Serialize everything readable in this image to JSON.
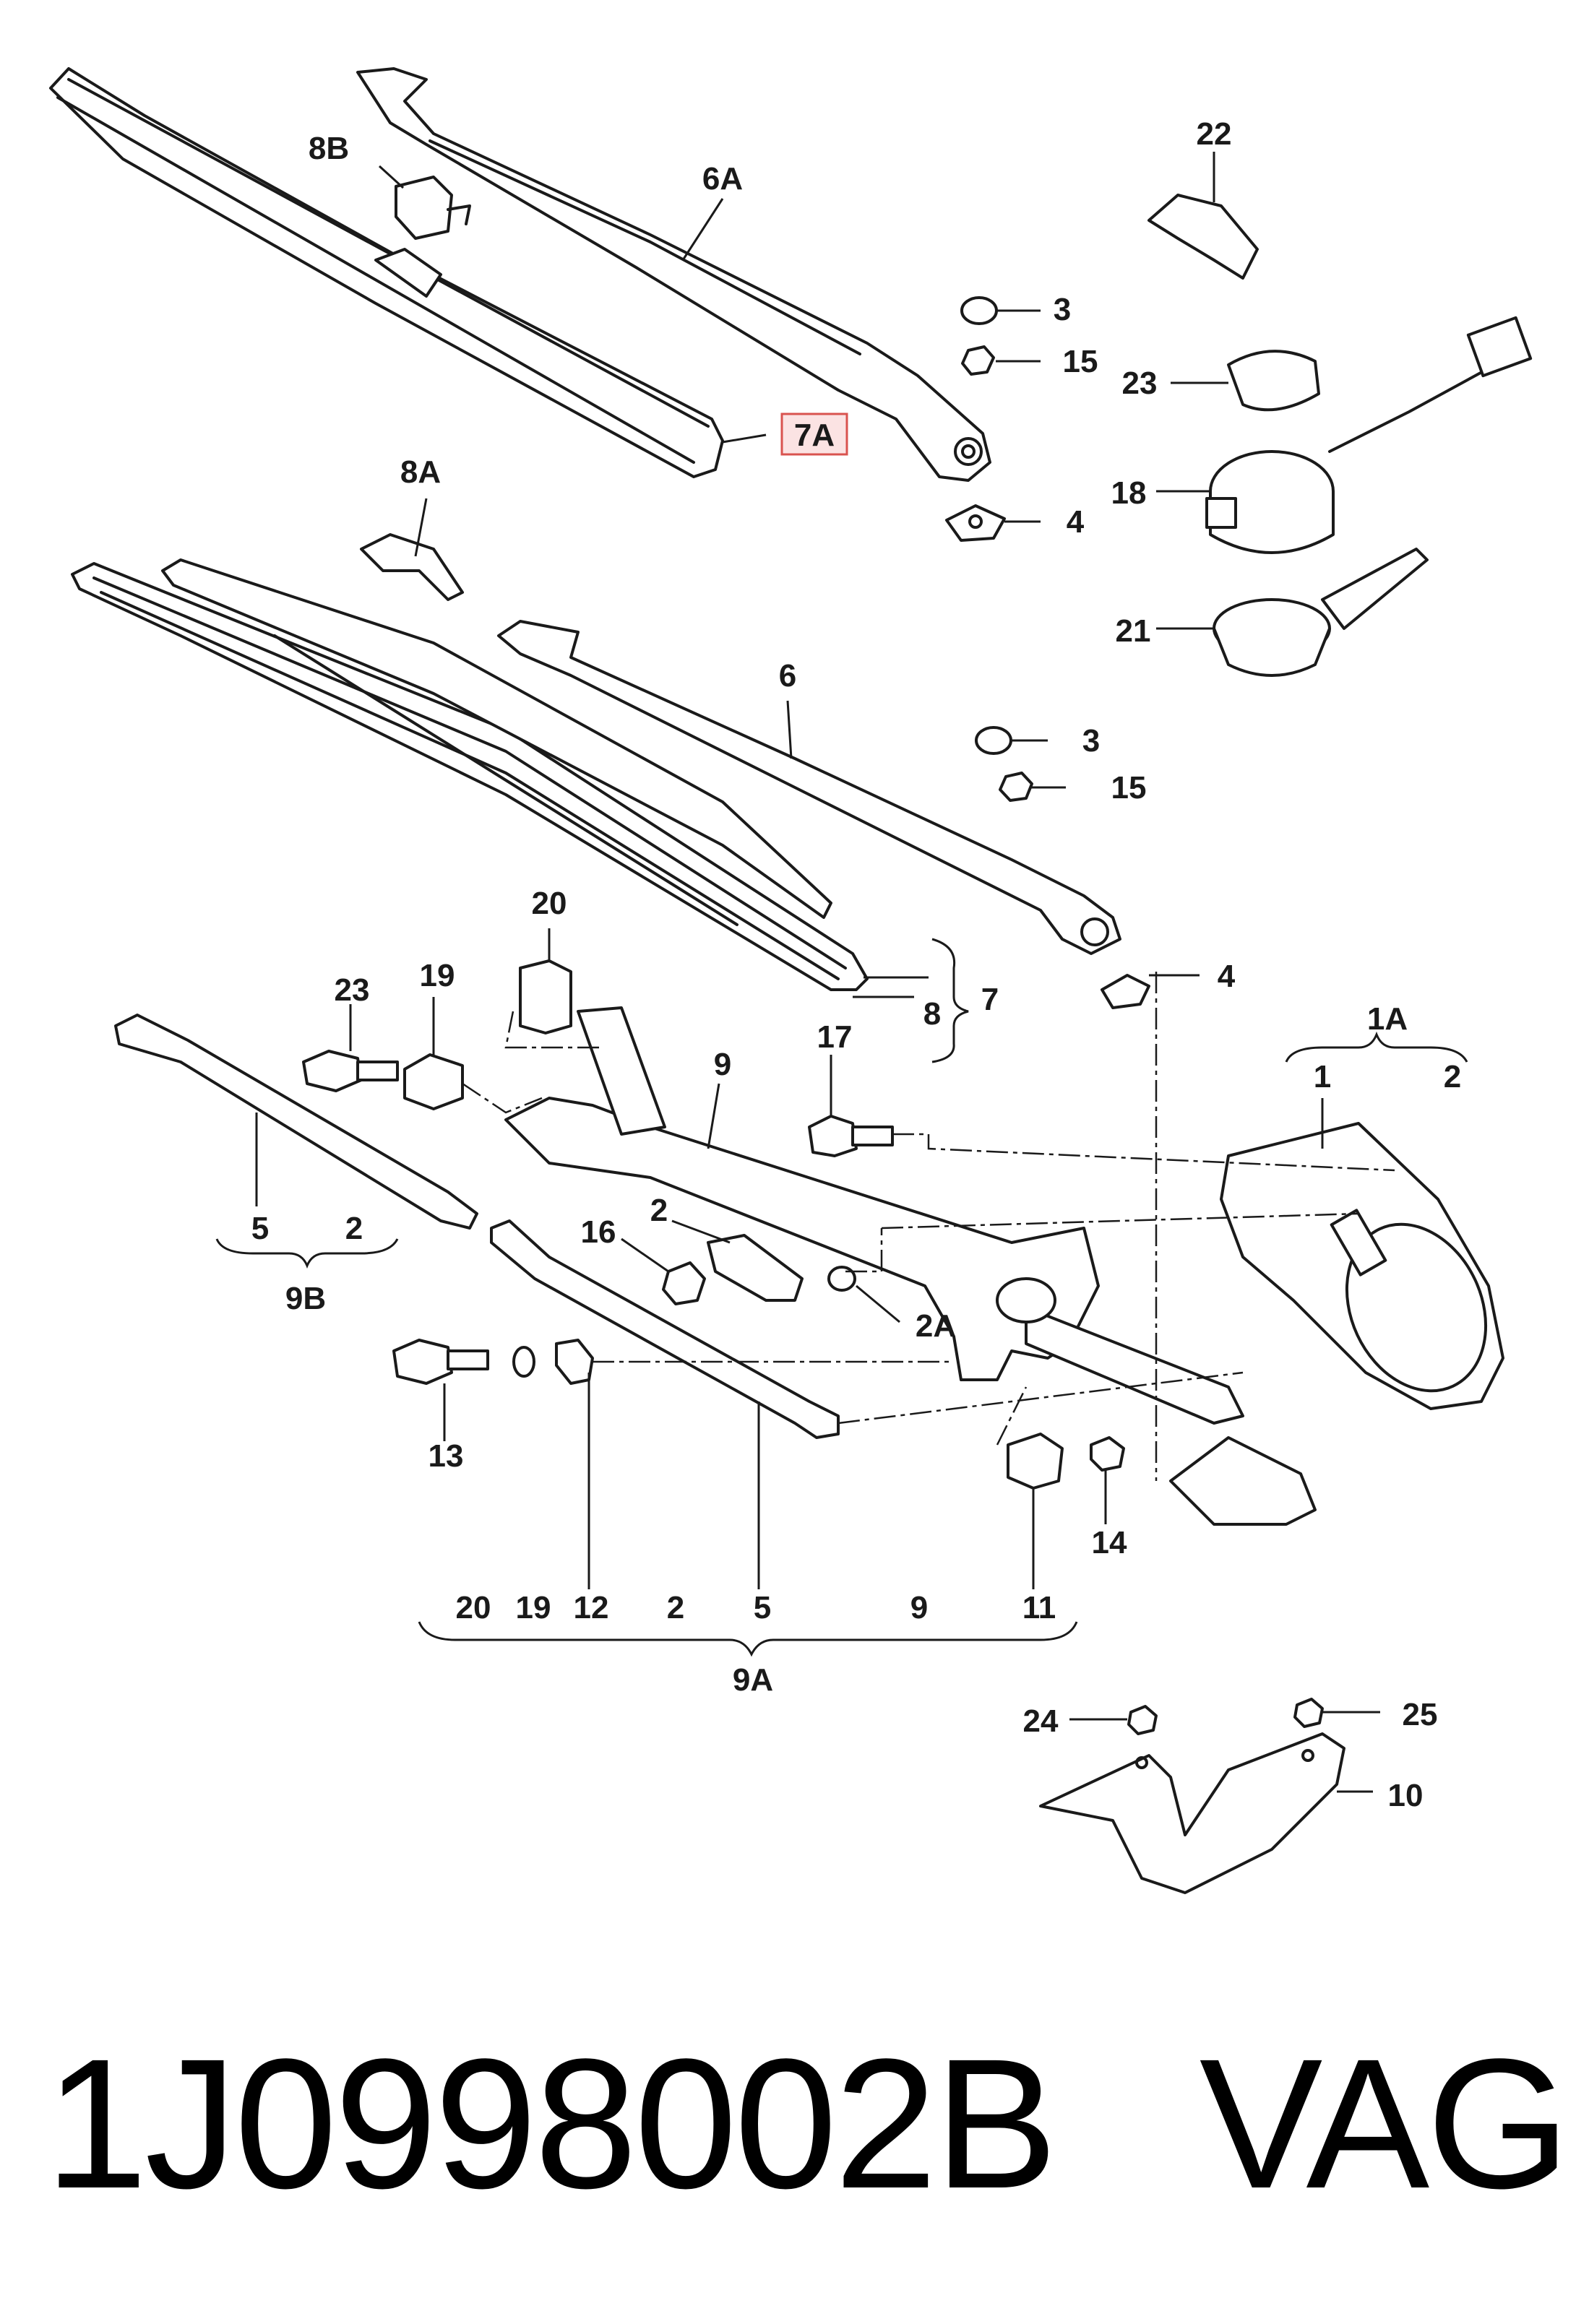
{
  "diagram": {
    "labels": {
      "l3_top": "3",
      "l15_top": "15",
      "l4_top": "4",
      "l6A": "6A",
      "l7A": "7A",
      "l8B": "8B",
      "l8A": "8A",
      "l22": "22",
      "l23_right": "23",
      "l18": "18",
      "l21": "21",
      "l6": "6",
      "l3_mid": "3",
      "l15_mid": "15",
      "l4_mid": "4",
      "l7": "7",
      "l8": "8",
      "l20_top": "20",
      "l19_top": "19",
      "l23_left": "23",
      "l9_top": "9",
      "l17": "17",
      "l1A": "1A",
      "l1": "1",
      "l2_right": "2",
      "l5_9B": "5",
      "l2_9B": "2",
      "l9B": "9B",
      "l2_mid": "2",
      "l16": "16",
      "l2A": "2A",
      "l13": "13",
      "l14": "14",
      "l20_b": "20",
      "l19_b": "19",
      "l12_b": "12",
      "l2_b": "2",
      "l5_b": "5",
      "l9_b": "9",
      "l11_b": "11",
      "l9A": "9A",
      "l24": "24",
      "l25": "25",
      "l10": "10"
    },
    "highlight_color": "#d9534f"
  },
  "footer": {
    "part_number": "1J0998002B",
    "vendor": "VAG"
  }
}
